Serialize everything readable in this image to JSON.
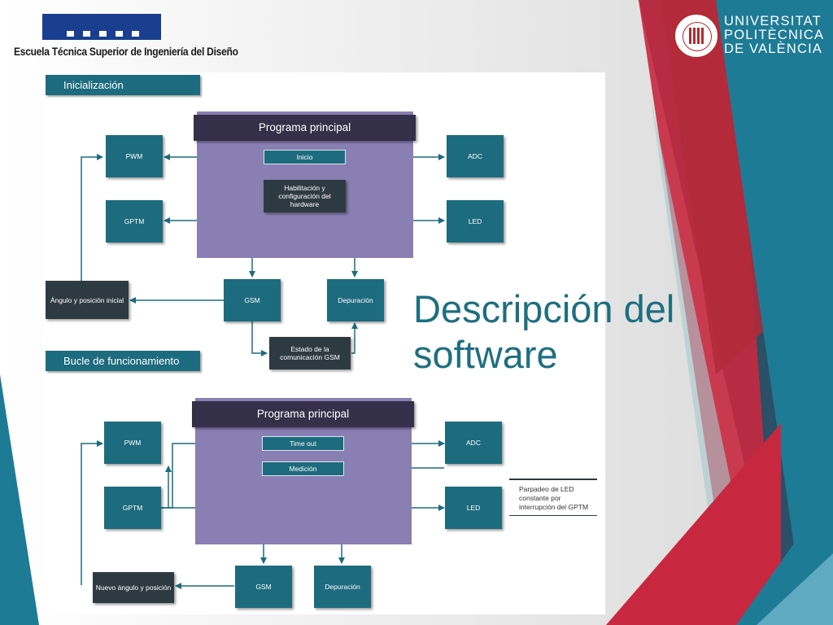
{
  "header": {
    "school_name": "Escuela Técnica Superior de Ingeniería del Diseño",
    "university_lines": [
      "UNIVERSITAT",
      "POLITÈCNICA",
      "DE VALÈNCIA"
    ]
  },
  "slide": {
    "title_lines": [
      "Descripción del",
      "software"
    ]
  },
  "colors": {
    "teal": "#1d6b7e",
    "dark_box": "#2e3a42",
    "purple": "#8a7fb2",
    "header_dark": "#353049",
    "title_teal": "#1d6f80",
    "accent_red": "#c8283f",
    "accent_blue": "#1e7b96"
  },
  "diagram": {
    "init": {
      "section": "Inicialización",
      "program": "Programa principal",
      "inicio": "Inicio",
      "habilitacion": "Habilitación y configuración del hardware",
      "pwm": "PWM",
      "gptm": "GPTM",
      "adc": "ADC",
      "led": "LED",
      "angulo": "Ángulo y posición inicial",
      "gsm": "GSM",
      "depuracion": "Depuración",
      "estado": "Estado de la comunicación GSM"
    },
    "loop": {
      "section": "Bucle de funcionamiento",
      "program": "Programa principal",
      "timeout": "Time out",
      "medicion": "Medición",
      "pwm": "PWM",
      "gptm": "GPTM",
      "adc": "ADC",
      "led": "LED",
      "nuevo": "Nuevo ángulo y posición",
      "gsm": "GSM",
      "depuracion": "Depuración",
      "note": "Parpadeo de LED constante por interrupción del GPTM"
    }
  }
}
